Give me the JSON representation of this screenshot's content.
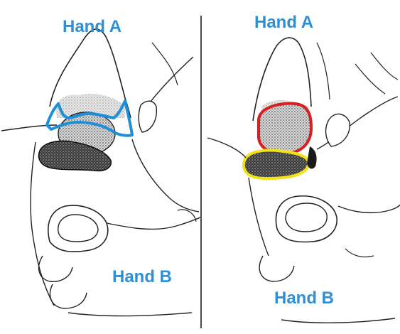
{
  "panels": [
    {
      "hand_a_label": "Hand A",
      "hand_b_label": "Hand B",
      "outline_color": "#1e8fd8"
    },
    {
      "hand_a_label": "Hand A",
      "hand_b_label": "Hand B",
      "outline_colors": [
        "#d62020",
        "#f2e21a"
      ]
    }
  ]
}
